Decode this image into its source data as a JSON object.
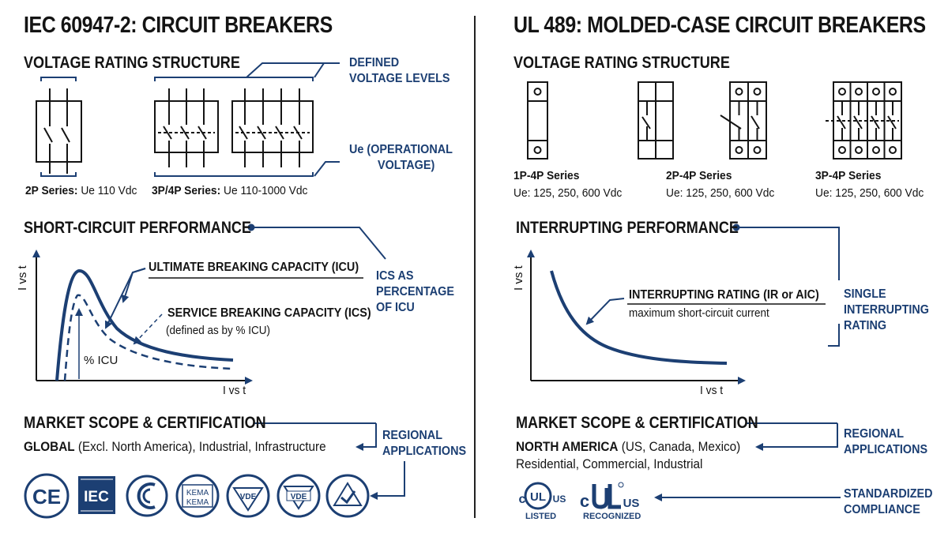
{
  "colors": {
    "navy": "#1c3f73",
    "ink": "#141414",
    "background": "#ffffff"
  },
  "iec": {
    "title": "IEC 60947-2: CIRCUIT BREAKERS",
    "voltage": {
      "heading": "VOLTAGE RATING STRUCTURE",
      "note_defined": [
        "DEFINED",
        "VOLTAGE LEVELS"
      ],
      "note_operational": [
        "Ue (OPERATIONAL",
        "VOLTAGE)"
      ],
      "series_2p_name": "2P Series:",
      "series_2p_value": "Ue 110 Vdc",
      "series_34p_name": "3P/4P Series:",
      "series_34p_value": "Ue 110-1000 Vdc"
    },
    "performance": {
      "heading": "SHORT-CIRCUIT PERFORMANCE",
      "axis_y": "I vs t",
      "axis_x": "I vs t",
      "ultimate": "ULTIMATE BREAKING CAPACITY (ICU)",
      "service": "SERVICE BREAKING CAPACITY (ICS)",
      "service_sub": "(defined as by % ICU)",
      "percent": "% ICU",
      "ratio_note": [
        "ICS AS",
        "PERCENTAGE",
        "OF ICU"
      ]
    },
    "market": {
      "heading": "MARKET SCOPE & CERTIFICATION",
      "scope_bold": "GLOBAL",
      "scope_rest": " (Excl. North America), Industrial, Infrastructure",
      "note": [
        "REGIONAL",
        "APPLICATIONS"
      ],
      "logos": [
        "CE",
        "IEC",
        "CB",
        "KEMA",
        "VDE",
        "VDE",
        "RCM"
      ]
    }
  },
  "ul": {
    "title": "UL 489: MOLDED-CASE CIRCUIT BREAKERS",
    "voltage": {
      "heading": "VOLTAGE RATING STRUCTURE",
      "series": [
        {
          "name": "1P-4P Series",
          "value": "Ue: 125, 250, 600 Vdc"
        },
        {
          "name": "2P-4P Series",
          "value": "Ue: 125, 250, 600 Vdc"
        },
        {
          "name": "3P-4P Series",
          "value": "Ue: 125, 250, 600 Vdc"
        }
      ]
    },
    "performance": {
      "heading": "INTERRUPTING PERFORMANCE",
      "axis_y": "I vs t",
      "axis_x": "I vs t",
      "rating": "INTERRUPTING RATING (IR or AIC)",
      "rating_sub": "maximum short-circuit current",
      "note": [
        "SINGLE",
        "INTERRUPTING",
        "RATING"
      ]
    },
    "market": {
      "heading": "MARKET SCOPE & CERTIFICATION",
      "scope_bold": "NORTH AMERICA",
      "scope_rest": " (US, Canada, Mexico)",
      "scope_line2": "Residential, Commercial, Industrial",
      "note": [
        "REGIONAL",
        "APPLICATIONS"
      ],
      "compliance": [
        "STANDARDIZED",
        "COMPLIANCE"
      ],
      "listed": "LISTED",
      "recognized": "RECOGNIZED",
      "ul_mark": "UL",
      "c_mark": "c",
      "us_mark": "US"
    }
  }
}
